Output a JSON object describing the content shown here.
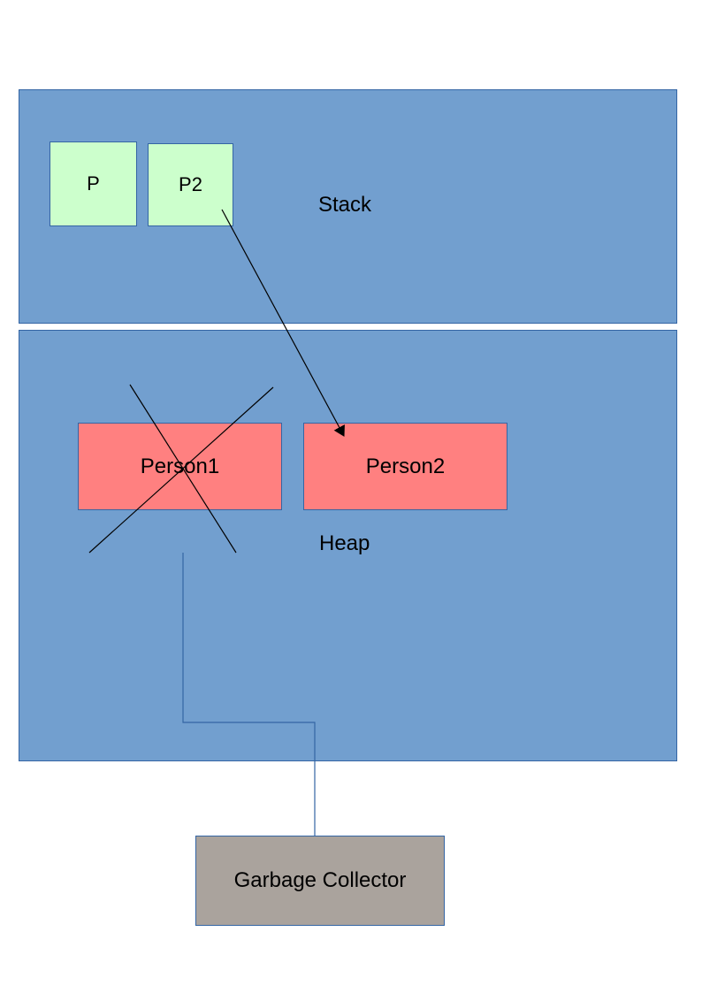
{
  "stack": {
    "label": "Stack",
    "variables": [
      {
        "label": "P"
      },
      {
        "label": "P2"
      }
    ]
  },
  "heap": {
    "label": "Heap",
    "objects": [
      {
        "label": "Person1",
        "status": "crossed-out"
      },
      {
        "label": "Person2",
        "status": "referenced"
      }
    ]
  },
  "collector": {
    "label": "Garbage Collector"
  },
  "colors": {
    "region_fill": "#729fcf",
    "region_border": "#3465a4",
    "variable_fill": "#ccffcc",
    "object_fill": "#ff8080",
    "collector_fill": "#aaa39d",
    "arrow": "#000000",
    "connector": "#3465a4"
  },
  "connections": [
    {
      "from": "P2",
      "to": "Person2",
      "type": "arrow"
    },
    {
      "from": "Person1",
      "to": "Garbage Collector",
      "type": "line"
    }
  ]
}
